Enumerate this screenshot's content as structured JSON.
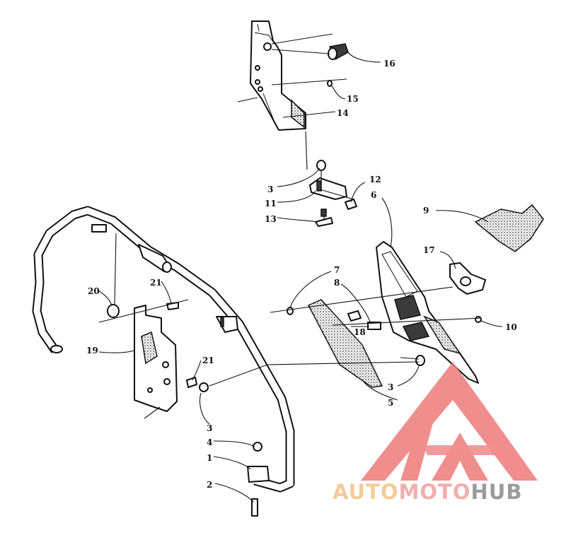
{
  "callouts": [
    "16",
    "15",
    "14",
    "3",
    "11",
    "13",
    "12",
    "6",
    "9",
    "17",
    "7",
    "8",
    "18",
    "10",
    "20",
    "21",
    "19",
    "21",
    "3",
    "4",
    "1",
    "2",
    "3",
    "5"
  ],
  "watermark": {
    "part1": "AUTO",
    "part2": "MOTO",
    "part3": "HUB",
    "color1": "#f2c28a",
    "color2": "#f0a0a0",
    "color3": "#8a8a8a",
    "logo_color": "#ee7b7b"
  }
}
